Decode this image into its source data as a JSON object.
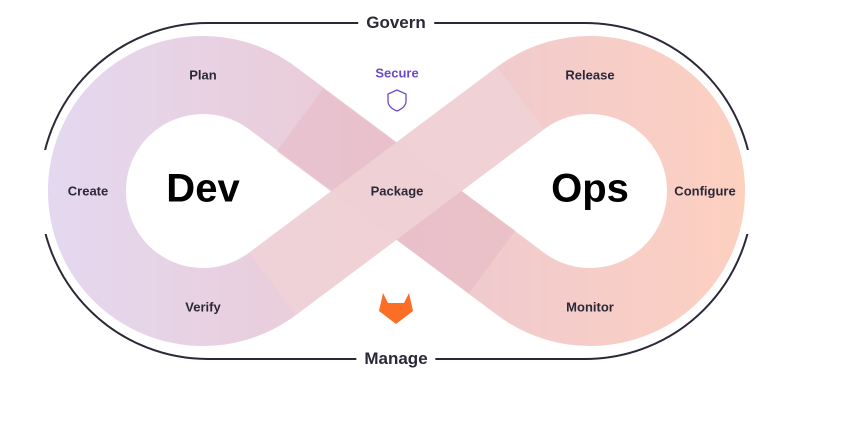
{
  "frame": {
    "top": "Govern",
    "bottom": "Manage"
  },
  "loops": {
    "left": "Dev",
    "right": "Ops"
  },
  "stages": {
    "plan": "Plan",
    "create": "Create",
    "verify": "Verify",
    "secure": "Secure",
    "package": "Package",
    "release": "Release",
    "configure": "Configure",
    "monitor": "Monitor"
  },
  "colors": {
    "dev": "#e4d8f0",
    "middle": "#ecc8d0",
    "ops": "#fdd0c0",
    "secure": "#6e49cb",
    "logo": "#fc6d26",
    "frame": "#2b2838"
  },
  "icons": {
    "secure": "shield-icon",
    "logo": "gitlab-tanuki-icon"
  }
}
